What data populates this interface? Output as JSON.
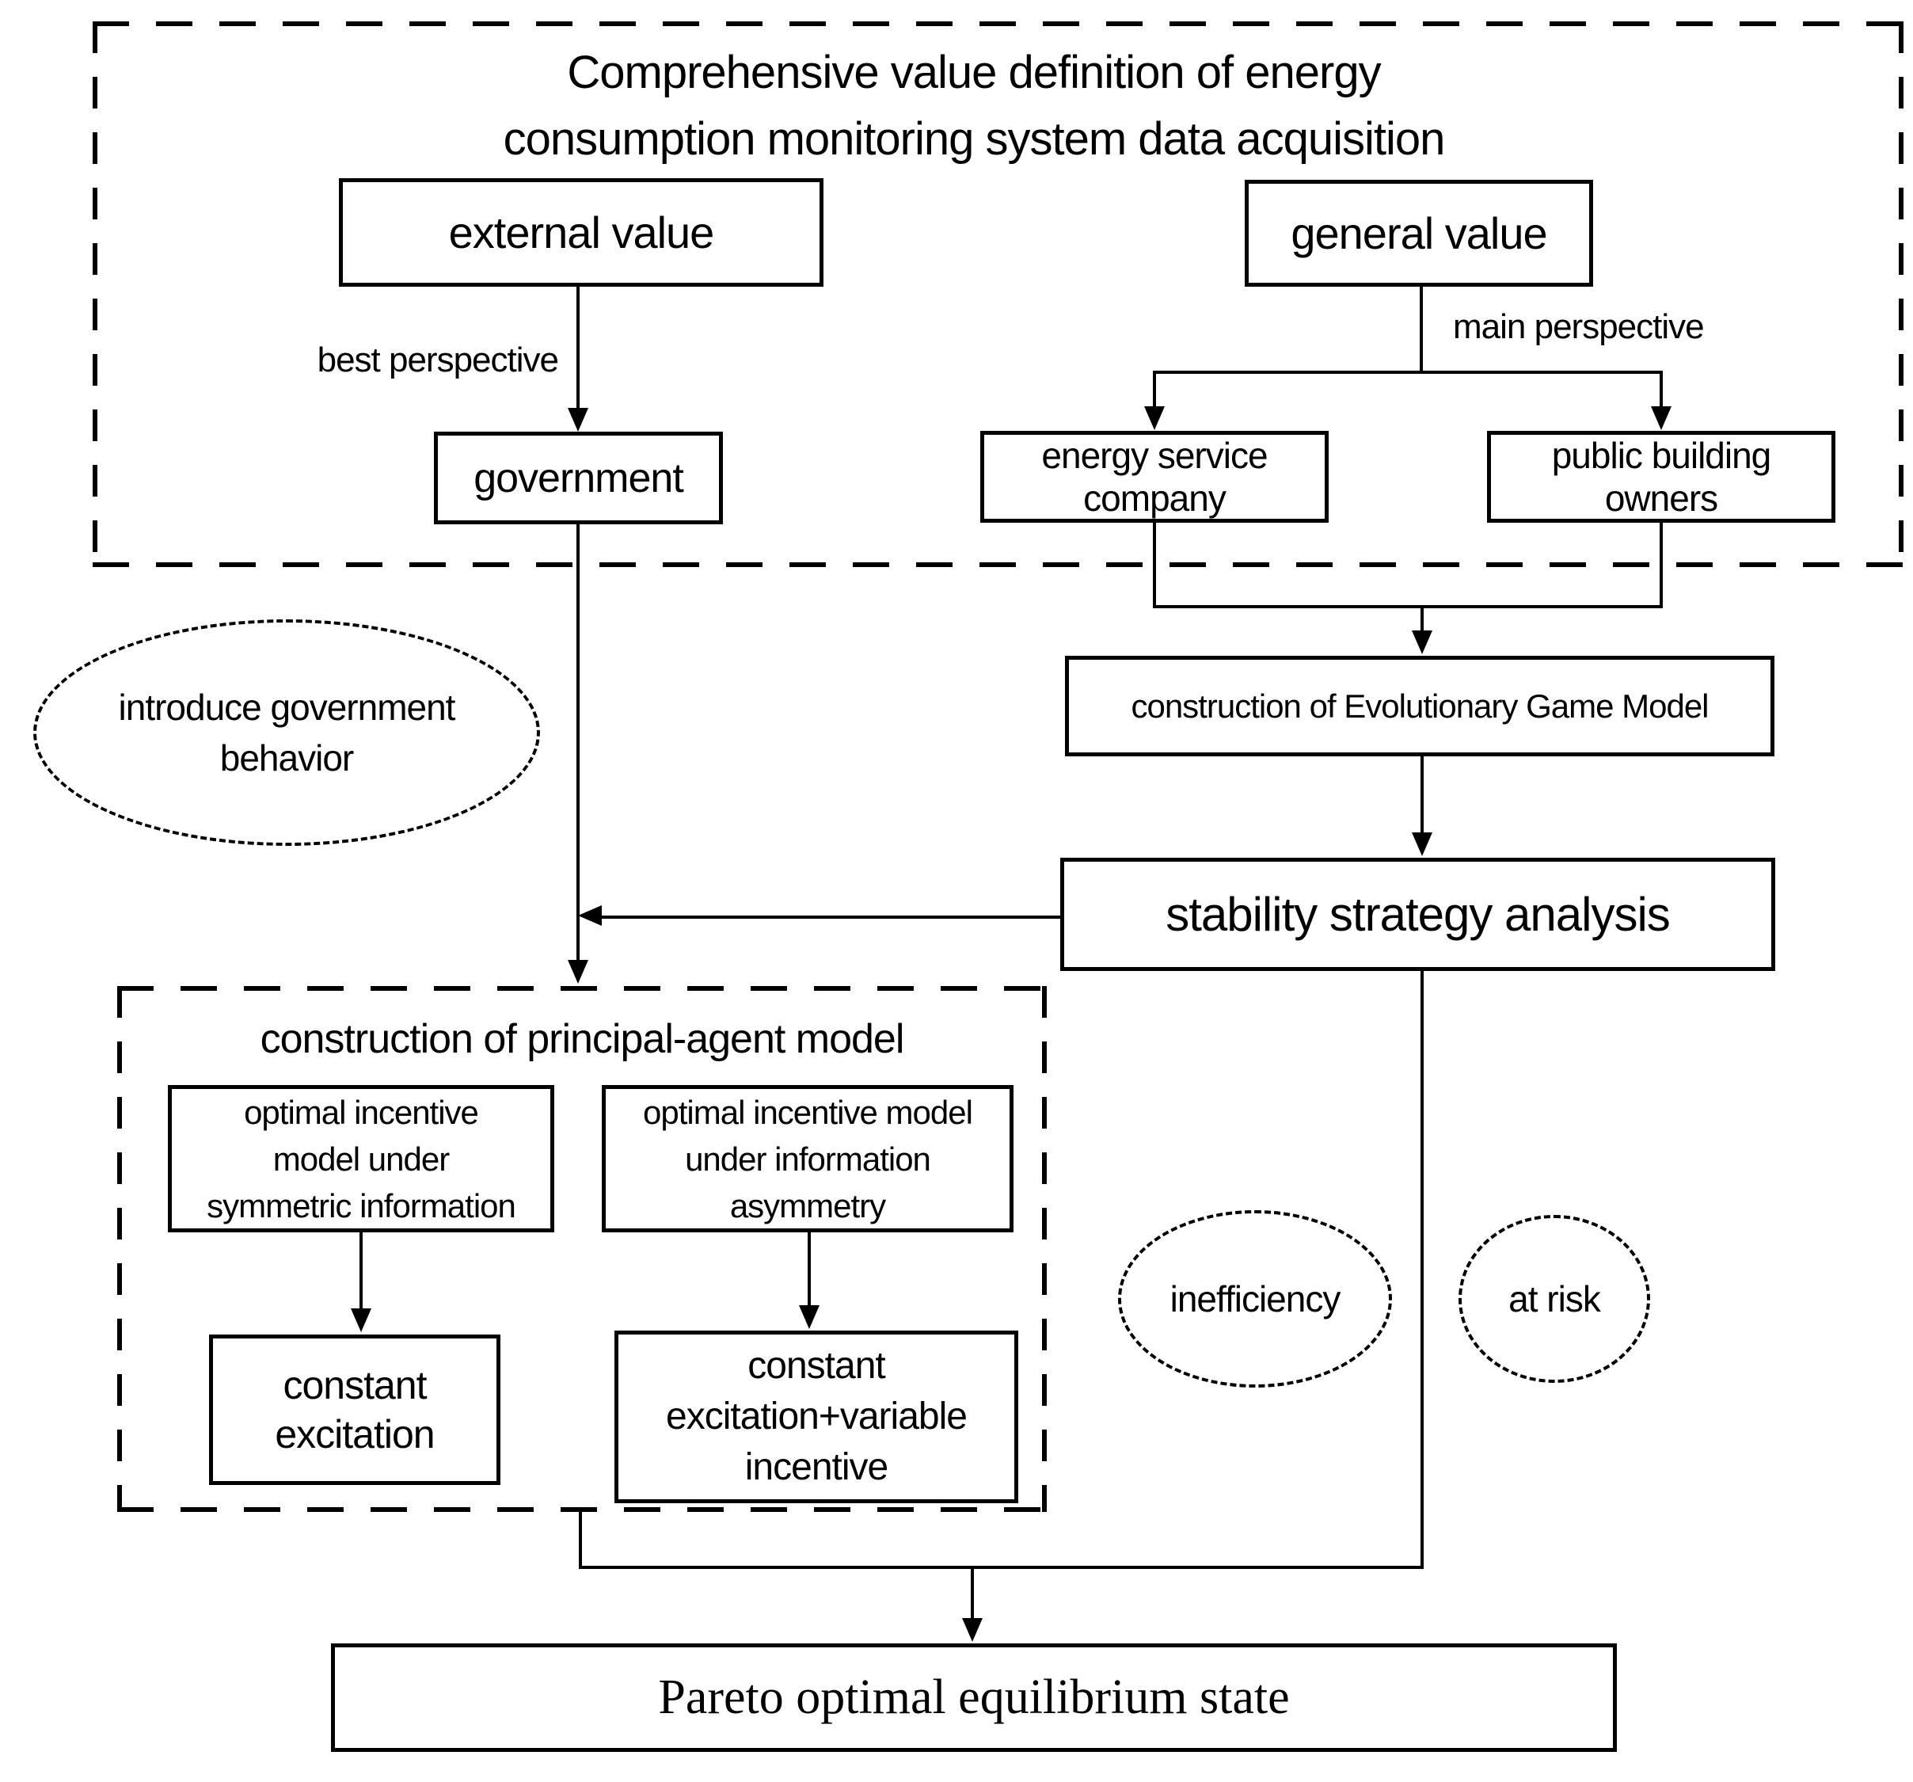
{
  "figure": {
    "title": {
      "line1": "Comprehensive value definition of energy",
      "line2": "consumption monitoring system data acquisition"
    },
    "nodes": {
      "external_value": {
        "label": "external value"
      },
      "general_value": {
        "label": "general value"
      },
      "government": {
        "label": "government"
      },
      "energy_service_company": {
        "line1": "energy service",
        "line2": "company"
      },
      "public_building_owners": {
        "line1": "public building",
        "line2": "owners"
      },
      "evolutionary_game_model": {
        "label": "construction of Evolutionary Game Model"
      },
      "stability_strategy_analysis": {
        "label": "stability strategy analysis"
      },
      "principal_agent_model": {
        "label": "construction of principal-agent model"
      },
      "optimal_incentive_symmetric": {
        "line1": "optimal incentive",
        "line2": "model under",
        "line3": "symmetric information"
      },
      "optimal_incentive_asymmetric": {
        "line1": "optimal incentive model",
        "line2": "under information",
        "line3": "asymmetry"
      },
      "constant_excitation": {
        "line1": "constant",
        "line2": "excitation"
      },
      "constant_excitation_variable": {
        "line1": "constant",
        "line2": "excitation+variable",
        "line3": "incentive"
      },
      "pareto_optimal": {
        "label": "Pareto optimal equilibrium state"
      }
    },
    "edge_labels": {
      "best_perspective": "best perspective",
      "main_perspective": "main perspective"
    },
    "annotations": {
      "introduce_government_behavior": {
        "line1": "introduce government",
        "line2": "behavior"
      },
      "inefficiency": {
        "label": "inefficiency"
      },
      "at_risk": {
        "label": "at risk"
      }
    },
    "colors": {
      "background": "#ffffff",
      "stroke": "#000000"
    }
  }
}
